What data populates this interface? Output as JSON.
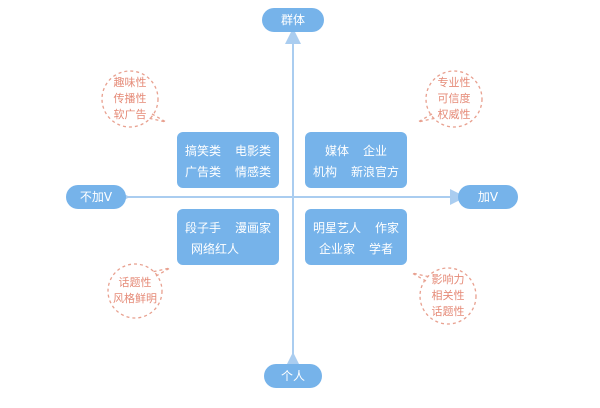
{
  "axis": {
    "top": "群体",
    "bottom": "个人",
    "left": "不加V",
    "right": "加V"
  },
  "boxes": {
    "top_left": {
      "row1": [
        "搞笑类",
        "电影类"
      ],
      "row2": [
        "广告类",
        "情感类"
      ]
    },
    "top_right": {
      "row1": [
        "媒体",
        "企业"
      ],
      "row2": [
        "机构",
        "新浪官方"
      ]
    },
    "bottom_left": {
      "row1": [
        "段子手",
        "漫画家"
      ],
      "row2": [
        "网络红人"
      ]
    },
    "bottom_right": {
      "row1": [
        "明星艺人",
        "作家"
      ],
      "row2": [
        "企业家",
        "学者"
      ]
    }
  },
  "bubbles": {
    "top_left": [
      "趣味性",
      "传播性",
      "软广告"
    ],
    "top_right": [
      "专业性",
      "可信度",
      "权威性"
    ],
    "bottom_left": [
      "话题性",
      "风格鲜明"
    ],
    "bottom_right": [
      "影响力",
      "相关性",
      "话题性"
    ]
  },
  "colors": {
    "accent": "#76b3ea",
    "axis_line": "#aacdf0",
    "bubble_text": "#e58a77",
    "bubble_border": "#e8a08f"
  }
}
